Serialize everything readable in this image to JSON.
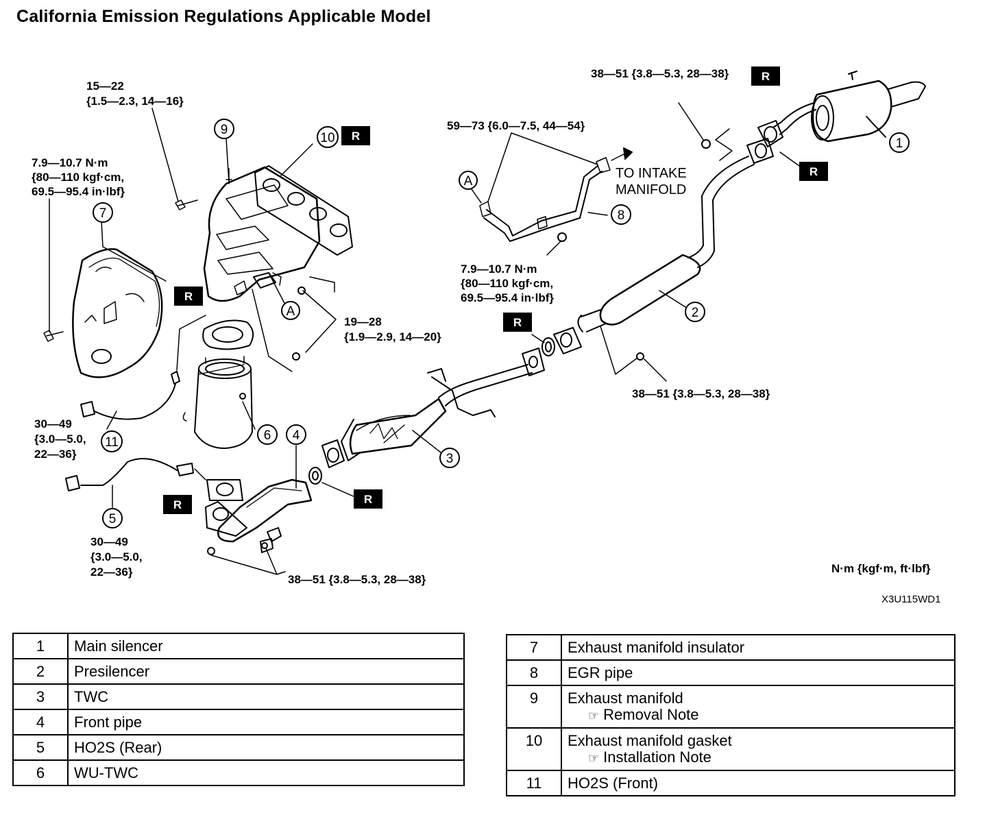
{
  "title": "California Emission Regulations Applicable Model",
  "figure_code": "X3U115WD1",
  "units_note": "N·m {kgf·m, ft·lbf}",
  "badge_letter": "R",
  "connector_letter": "A",
  "to_intake": [
    "TO INTAKE",
    "MANIFOLD"
  ],
  "callouts": [
    "1",
    "2",
    "3",
    "4",
    "5",
    "6",
    "7",
    "8",
    "9",
    "10",
    "11"
  ],
  "torque": {
    "t15_22": [
      "15—22",
      "{1.5—2.3, 14—16}"
    ],
    "t79_107_left": [
      "7.9—10.7 N·m",
      "{80—110 kgf·cm,",
      "69.5—95.4 in·lbf}"
    ],
    "t79_107_egr": [
      "7.9—10.7 N·m",
      "{80—110 kgf·cm,",
      "69.5—95.4 in·lbf}"
    ],
    "t59_73": "59—73 {6.0—7.5, 44—54}",
    "t38_51_top": "38—51 {3.8—5.3, 28—38}",
    "t38_51_mid": "38—51 {3.8—5.3, 28—38}",
    "t38_51_bottom": "38—51 {3.8—5.3, 28—38}",
    "t19_28": [
      "19—28",
      "{1.9—2.9, 14—20}"
    ],
    "t30_49_front": [
      "30—49",
      "{3.0—5.0,",
      "22—36}"
    ],
    "t30_49_rear": [
      "30—49",
      "{3.0—5.0,",
      "22—36}"
    ]
  },
  "table_left": [
    {
      "num": "1",
      "name": "Main silencer"
    },
    {
      "num": "2",
      "name": "Presilencer"
    },
    {
      "num": "3",
      "name": "TWC"
    },
    {
      "num": "4",
      "name": "Front pipe"
    },
    {
      "num": "5",
      "name": "HO2S (Rear)"
    },
    {
      "num": "6",
      "name": "WU-TWC"
    }
  ],
  "table_right": [
    {
      "num": "7",
      "name": "Exhaust manifold insulator",
      "note": ""
    },
    {
      "num": "8",
      "name": "EGR pipe",
      "note": ""
    },
    {
      "num": "9",
      "name": "Exhaust manifold",
      "note": "Removal Note"
    },
    {
      "num": "10",
      "name": "Exhaust manifold gasket",
      "note": "Installation Note"
    },
    {
      "num": "11",
      "name": "HO2S (Front)",
      "note": ""
    }
  ],
  "note_icon": "hand-pointer-icon"
}
